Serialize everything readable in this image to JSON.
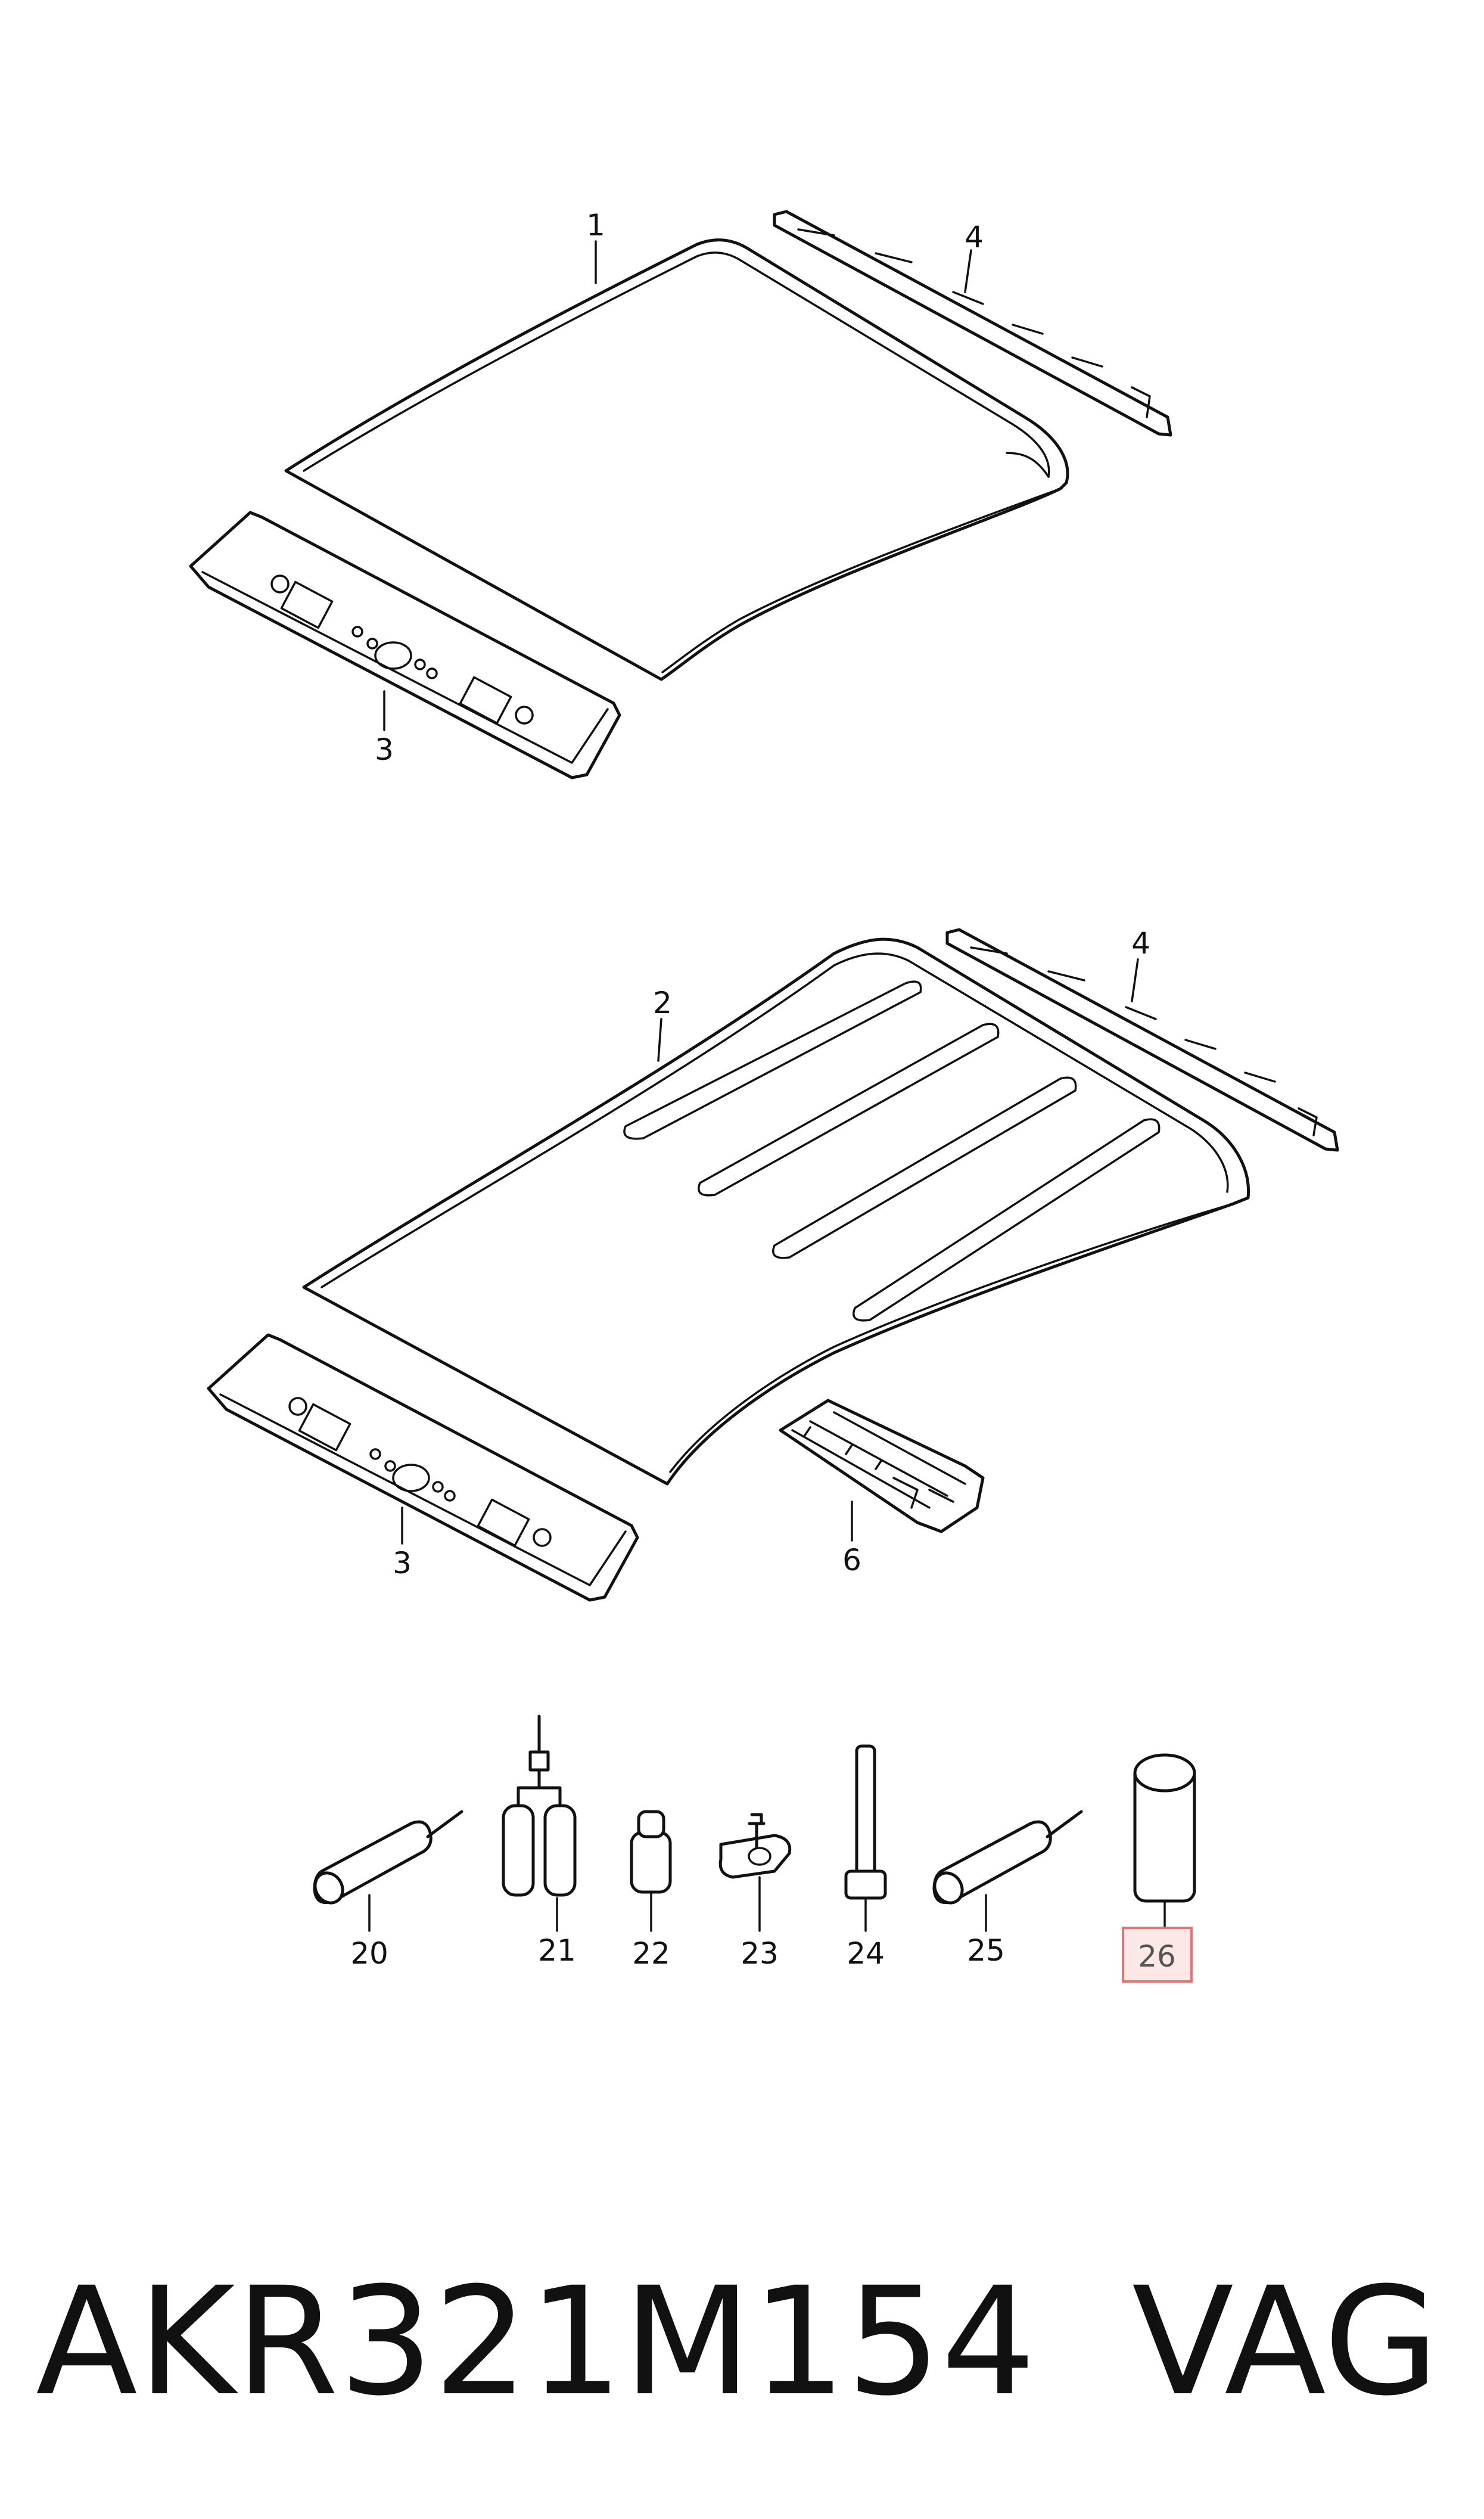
{
  "callouts": {
    "c1": "1",
    "c2": "2",
    "c3a": "3",
    "c3b": "3",
    "c4a": "4",
    "c4b": "4",
    "c6": "6",
    "c20": "20",
    "c21": "21",
    "c22": "22",
    "c23": "23",
    "c24": "24",
    "c25": "25",
    "c26": "26"
  },
  "highlight_color": "#e57373",
  "highlight_fill": "#fde8e8",
  "footer": {
    "part_code": "AKR321M154",
    "brand": "VAG"
  }
}
